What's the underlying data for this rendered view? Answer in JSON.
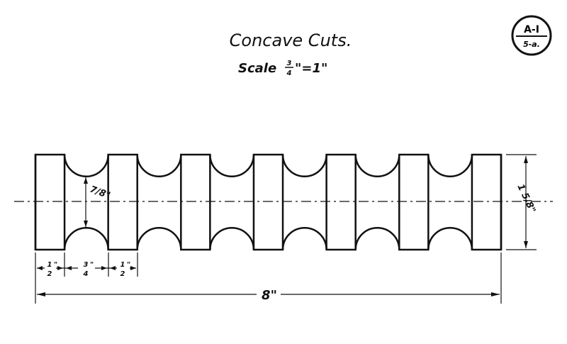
{
  "title": "Concave Cuts.",
  "scale": {
    "label": "Scale",
    "num": "3",
    "den": "4",
    "suffix": "\"=1\""
  },
  "badge": {
    "top": "A-I",
    "bottom": "5-a."
  },
  "dimensions": {
    "block_width": {
      "num": "1",
      "den": "2",
      "unit": "\""
    },
    "cut_width": {
      "num": "3",
      "den": "4",
      "unit": "\""
    },
    "block_width_2": {
      "num": "1",
      "den": "2",
      "unit": "\""
    },
    "overall_length": "8\"",
    "inner_diameter": "7/8\"",
    "outer_diameter": "1 5/8\""
  },
  "part": {
    "blocks": 7,
    "cuts": 6
  }
}
